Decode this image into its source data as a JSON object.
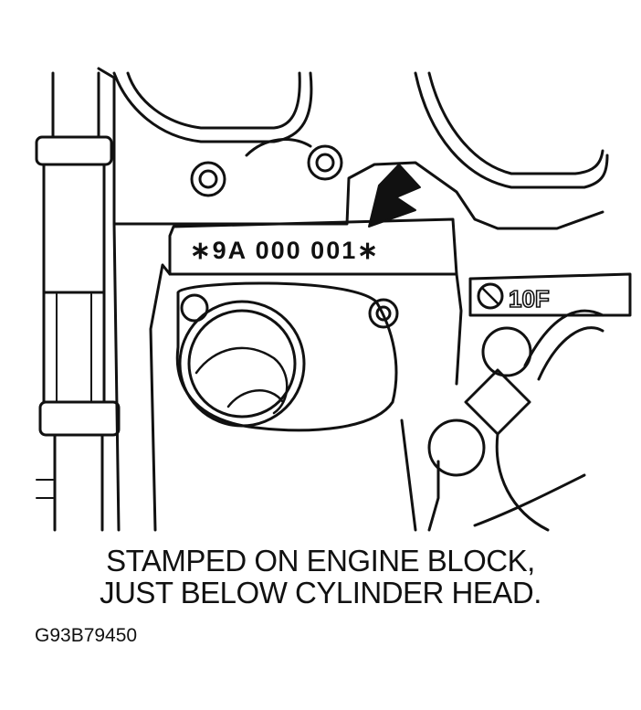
{
  "diagram": {
    "stamped_number": "∗9A 000 001∗",
    "casting_mark": "10F",
    "caption_line_1": "STAMPED ON ENGINE BLOCK,",
    "caption_line_2": "JUST BELOW CYLINDER HEAD.",
    "figure_id": "G93B79450"
  },
  "colors": {
    "ink": "#111111",
    "paper": "#ffffff"
  }
}
